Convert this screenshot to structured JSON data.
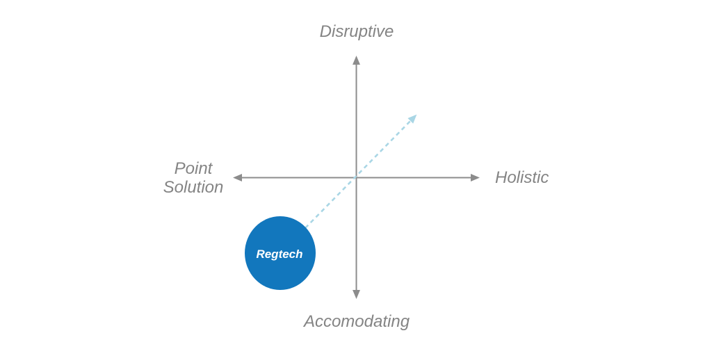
{
  "colors": {
    "axis": "#8c8c8c",
    "label": "#848484",
    "bubble": "#1277bd",
    "bubble_text": "#ffffff",
    "trajectory": "#a9d6e5",
    "background": "#ffffff"
  },
  "diagram": {
    "axes": {
      "top": "Disruptive",
      "bottom": "Accomodating",
      "left": "Point\nSolution",
      "right": "Holistic"
    },
    "bubble": {
      "label": "Regtech"
    }
  }
}
